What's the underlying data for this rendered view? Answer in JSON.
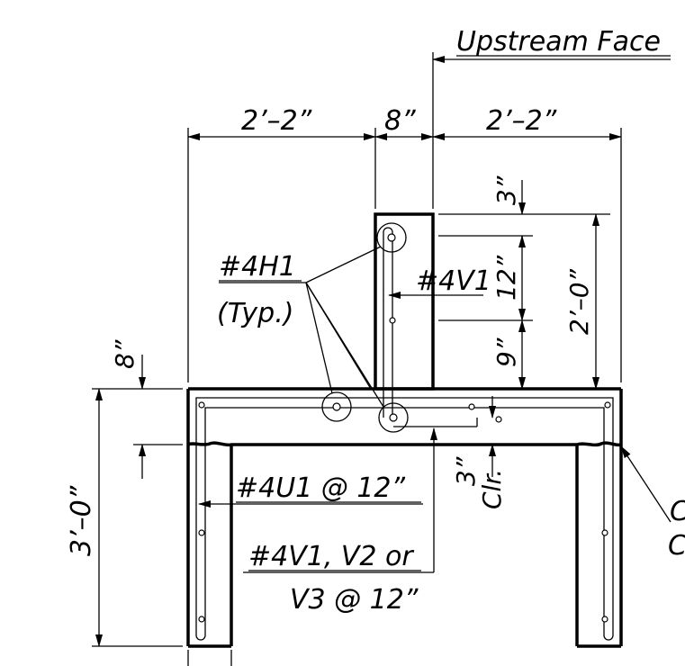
{
  "labels": {
    "upstream_face": "Upstream Face",
    "dim_left_top": "2’–2”",
    "dim_stem_top": "8”",
    "dim_right_top": "2’–2”",
    "dim_3in_top": "3”",
    "dim_12in": "12”",
    "dim_9in": "9”",
    "dim_2ft": "2’–0”",
    "dim_8in_left": "8”",
    "dim_3ft": "3’–0”",
    "dim_3in_clr": "3”",
    "clr": "Clr.",
    "h1_label": "#4H1",
    "h1_typ": "(Typ.)",
    "v1_label": "#4V1",
    "u1_label": "#4U1 @ 12”",
    "v_multi_line1": "#4V1, V2 or",
    "v_multi_line2": "V3 @ 12”",
    "cut_edge_1": "C",
    "cut_edge_2": "C"
  }
}
